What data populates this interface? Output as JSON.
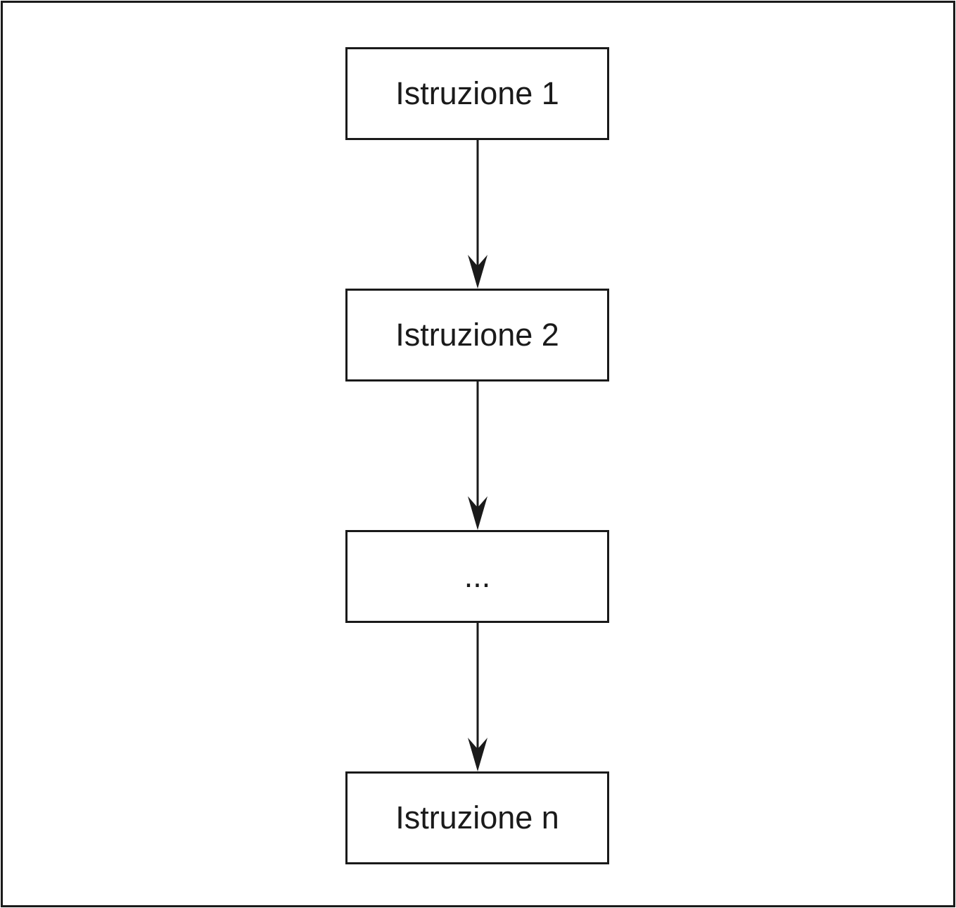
{
  "diagram": {
    "nodes": [
      {
        "id": "n1",
        "label": "Istruzione 1"
      },
      {
        "id": "n2",
        "label": "Istruzione 2"
      },
      {
        "id": "n3",
        "label": "..."
      },
      {
        "id": "n4",
        "label": "Istruzione n"
      }
    ],
    "edges": [
      {
        "from": "n1",
        "to": "n2"
      },
      {
        "from": "n2",
        "to": "n3"
      },
      {
        "from": "n3",
        "to": "n4"
      }
    ],
    "colors": {
      "stroke": "#1a1a1a",
      "background": "#ffffff"
    }
  }
}
